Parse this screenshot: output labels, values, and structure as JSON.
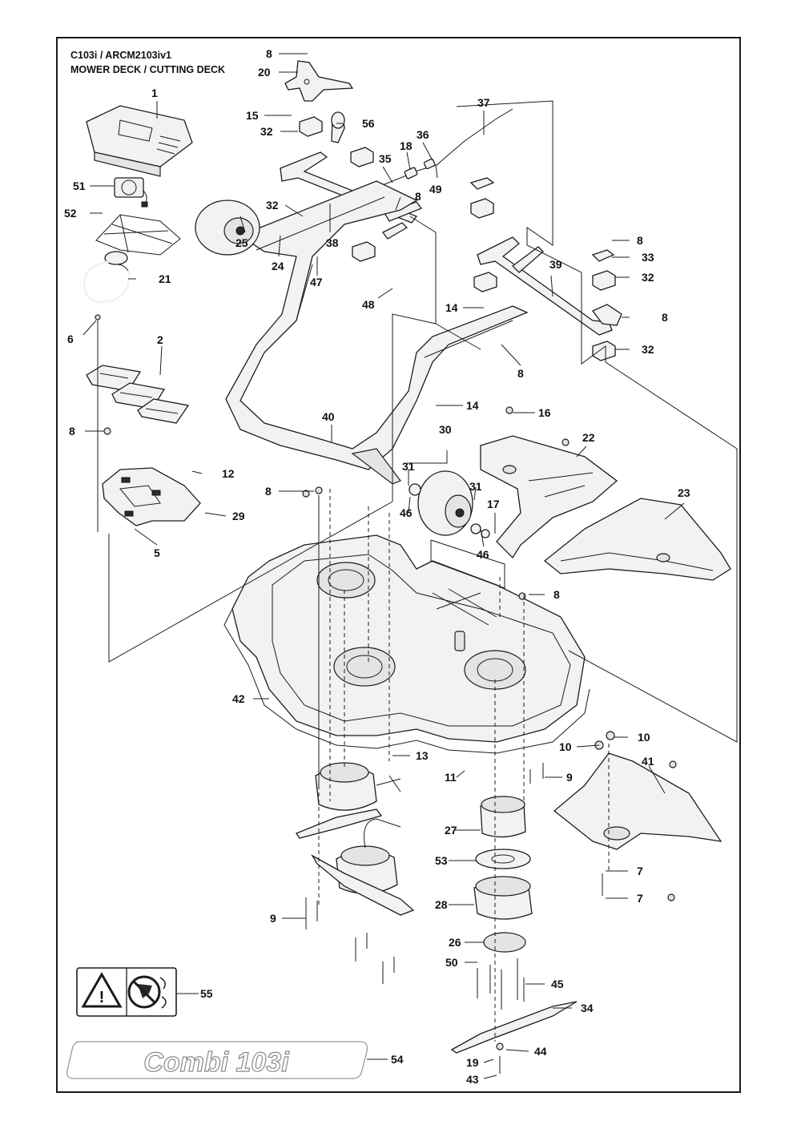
{
  "header": {
    "model_code": "C103i / ARCM2103iv1",
    "section_title": "MOWER DECK / CUTTING DECK"
  },
  "brand": {
    "model_name": "Combi 103i"
  },
  "callouts": [
    {
      "id": "c-8-a",
      "label": "8"
    },
    {
      "id": "c-20",
      "label": "20"
    },
    {
      "id": "c-1",
      "label": "1"
    },
    {
      "id": "c-15",
      "label": "15"
    },
    {
      "id": "c-56",
      "label": "56"
    },
    {
      "id": "c-32-a",
      "label": "32"
    },
    {
      "id": "c-37",
      "label": "37"
    },
    {
      "id": "c-36",
      "label": "36"
    },
    {
      "id": "c-18",
      "label": "18"
    },
    {
      "id": "c-35",
      "label": "35"
    },
    {
      "id": "c-49",
      "label": "49"
    },
    {
      "id": "c-8-b",
      "label": "8"
    },
    {
      "id": "c-51",
      "label": "51"
    },
    {
      "id": "c-32-b",
      "label": "32"
    },
    {
      "id": "c-52",
      "label": "52"
    },
    {
      "id": "c-25",
      "label": "25"
    },
    {
      "id": "c-24",
      "label": "24"
    },
    {
      "id": "c-38",
      "label": "38"
    },
    {
      "id": "c-47",
      "label": "47"
    },
    {
      "id": "c-8-c",
      "label": "8"
    },
    {
      "id": "c-33",
      "label": "33"
    },
    {
      "id": "c-39",
      "label": "39"
    },
    {
      "id": "c-32-c",
      "label": "32"
    },
    {
      "id": "c-21",
      "label": "21"
    },
    {
      "id": "c-48",
      "label": "48"
    },
    {
      "id": "c-14-a",
      "label": "14"
    },
    {
      "id": "c-8-d",
      "label": "8"
    },
    {
      "id": "c-6",
      "label": "6"
    },
    {
      "id": "c-2",
      "label": "2"
    },
    {
      "id": "c-32-d",
      "label": "32"
    },
    {
      "id": "c-8-e",
      "label": "8"
    },
    {
      "id": "c-14-b",
      "label": "14"
    },
    {
      "id": "c-16",
      "label": "16"
    },
    {
      "id": "c-40",
      "label": "40"
    },
    {
      "id": "c-30",
      "label": "30"
    },
    {
      "id": "c-22",
      "label": "22"
    },
    {
      "id": "c-8-f",
      "label": "8"
    },
    {
      "id": "c-31-a",
      "label": "31"
    },
    {
      "id": "c-12",
      "label": "12"
    },
    {
      "id": "c-8-g",
      "label": "8"
    },
    {
      "id": "c-31-b",
      "label": "31"
    },
    {
      "id": "c-23",
      "label": "23"
    },
    {
      "id": "c-17",
      "label": "17"
    },
    {
      "id": "c-46-a",
      "label": "46"
    },
    {
      "id": "c-29",
      "label": "29"
    },
    {
      "id": "c-46-b",
      "label": "46"
    },
    {
      "id": "c-5",
      "label": "5"
    },
    {
      "id": "c-8-h",
      "label": "8"
    },
    {
      "id": "c-42",
      "label": "42"
    },
    {
      "id": "c-10-a",
      "label": "10"
    },
    {
      "id": "c-10-b",
      "label": "10"
    },
    {
      "id": "c-13",
      "label": "13"
    },
    {
      "id": "c-41",
      "label": "41"
    },
    {
      "id": "c-11",
      "label": "11"
    },
    {
      "id": "c-9-a",
      "label": "9"
    },
    {
      "id": "c-27",
      "label": "27"
    },
    {
      "id": "c-53",
      "label": "53"
    },
    {
      "id": "c-7-a",
      "label": "7"
    },
    {
      "id": "c-28",
      "label": "28"
    },
    {
      "id": "c-7-b",
      "label": "7"
    },
    {
      "id": "c-9-b",
      "label": "9"
    },
    {
      "id": "c-26",
      "label": "26"
    },
    {
      "id": "c-50",
      "label": "50"
    },
    {
      "id": "c-45",
      "label": "45"
    },
    {
      "id": "c-55",
      "label": "55"
    },
    {
      "id": "c-34",
      "label": "34"
    },
    {
      "id": "c-54",
      "label": "54"
    },
    {
      "id": "c-44",
      "label": "44"
    },
    {
      "id": "c-19",
      "label": "19"
    },
    {
      "id": "c-43",
      "label": "43"
    }
  ],
  "colors": {
    "line": "#1c1c1c",
    "fill": "#f2f2f2",
    "shade": "#e4e4e4"
  },
  "icons": [
    "warning-triangle-icon",
    "no-hands-blade-icon"
  ]
}
